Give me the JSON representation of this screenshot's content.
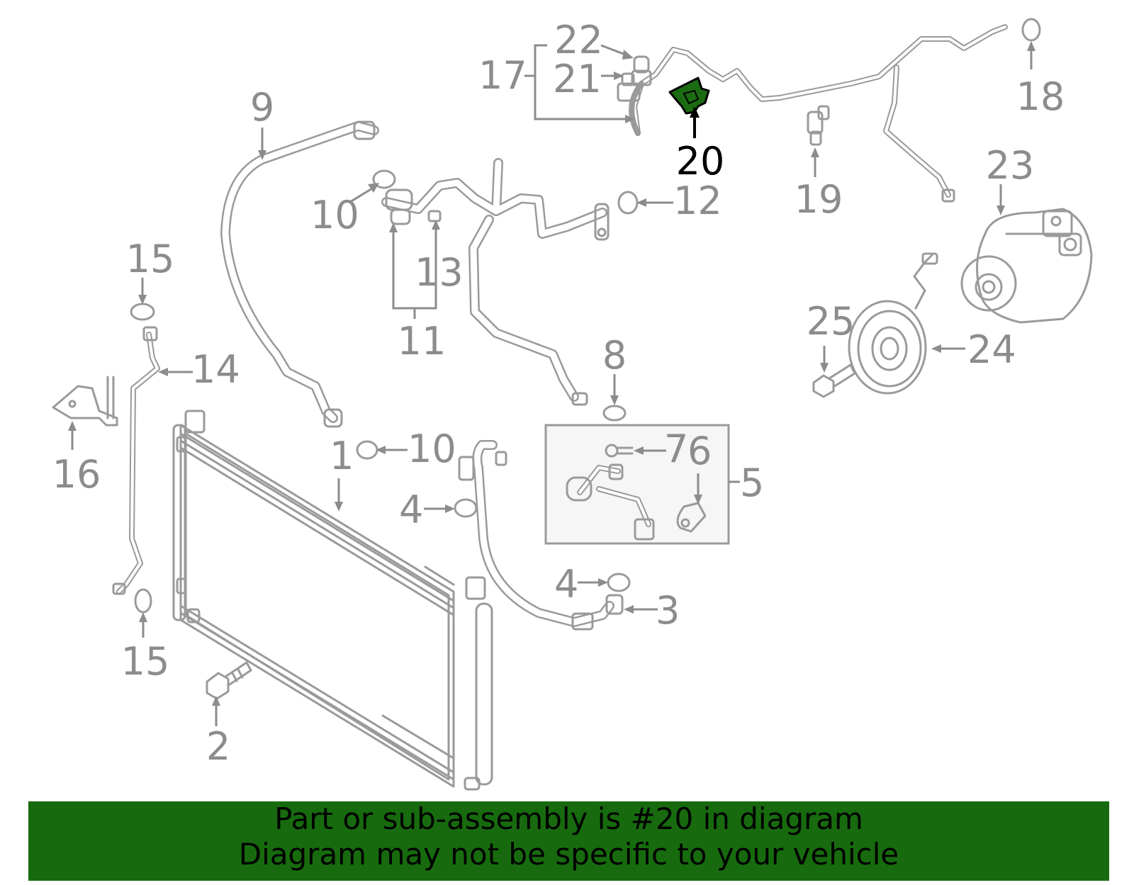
{
  "labels": {
    "l1": "1",
    "l2": "2",
    "l3": "3",
    "l4a": "4",
    "l4b": "4",
    "l5": "5",
    "l6": "6",
    "l7": "7",
    "l8": "8",
    "l9": "9",
    "l10a": "10",
    "l10b": "10",
    "l11": "11",
    "l12": "12",
    "l13": "13",
    "l14": "14",
    "l15a": "15",
    "l15b": "15",
    "l16": "16",
    "l17": "17",
    "l18": "18",
    "l19": "19",
    "l20": "20",
    "l21": "21",
    "l22": "22",
    "l23": "23",
    "l24": "24",
    "l25": "25"
  },
  "highlight": {
    "part_number": "20",
    "color": "#1b6b12",
    "label_color": "#000000"
  },
  "banner": {
    "line1": "Part or sub-assembly is #20 in diagram",
    "line2": "Diagram may not be specific to your vehicle",
    "background": "#176b0e",
    "text_color": "#000000"
  },
  "colors": {
    "line_art": "#9a9a9a",
    "label": "#8c8c8c"
  }
}
